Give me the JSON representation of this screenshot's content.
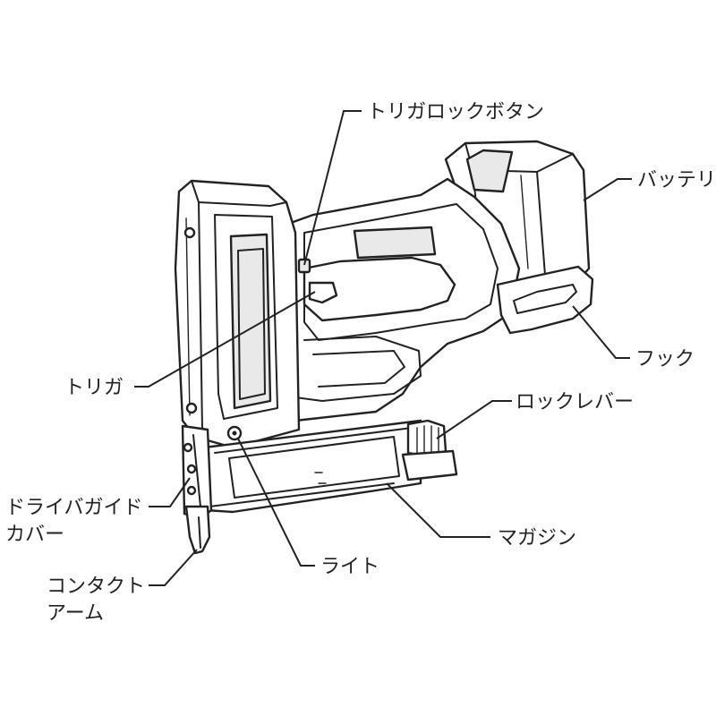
{
  "labels": {
    "trigger_lock_button": "トリガロックボタン",
    "battery": "バッテリ",
    "hook": "フック",
    "trigger": "トリガ",
    "lock_lever": "ロックレバー",
    "driver_guide_cover_line1": "ドライバガイド",
    "driver_guide_cover_line2": "カバー",
    "magazine": "マガジン",
    "light": "ライト",
    "contact_arm_line1": "コンタクト",
    "contact_arm_line2": "アーム"
  }
}
